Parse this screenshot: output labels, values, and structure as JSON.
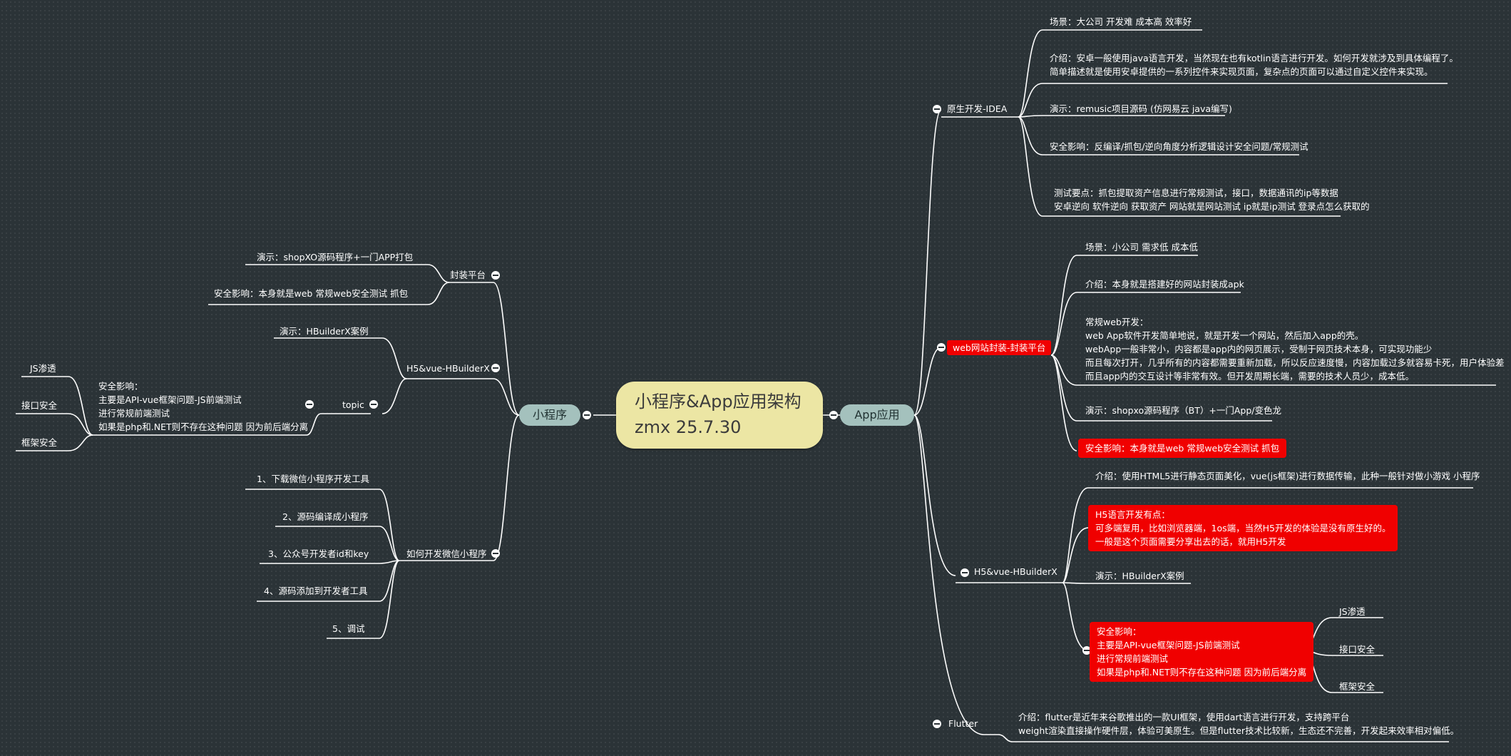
{
  "root": {
    "line1": "小程序&App应用架构",
    "line2": "zmx 25.7.30"
  },
  "right": {
    "label": "App应用",
    "native": {
      "label": "原生开发-IDEA",
      "scene": "场景：大公司 开发难 成本高 效率好",
      "intro": "介绍：安卓一般使用java语言开发，当然现在也有kotlin语言进行开发。如何开发就涉及到具体编程了。\n简单描述就是使用安卓提供的一系列控件来实现页面，复杂点的页面可以通过自定义控件来实现。",
      "demo": "演示：remusic项目源码 (仿网易云 java编写)",
      "security": "安全影响：反编译/抓包/逆向角度分析逻辑设计安全问题/常规测试",
      "testpoint": "测试要点：抓包提取资产信息进行常规测试，接口，数据通讯的ip等数据\n安卓逆向 软件逆向 获取资产 网站就是网站测试 ip就是ip测试 登录点怎么获取的"
    },
    "web": {
      "label": "web网站封装-封装平台",
      "scene": "场景：小公司 需求低 成本低",
      "intro": "介绍：本身就是搭建好的网站封装成apk",
      "normal": "常规web开发：\nweb App软件开发简单地说，就是开发一个网站，然后加入app的壳。\nwebApp一般非常小，内容都是app内的网页展示，受制于网页技术本身，可实现功能少\n而且每次打开，几乎所有的内容都需要重新加载，所以反应速度慢，内容加载过多就容易卡死，用户体验差\n而且app内的交互设计等非常有效。但开发周期长端，需要的技术人员少，成本低。",
      "demo": "演示：shopxo源码程序（BT）+一门App/变色龙",
      "security": "安全影响：本身就是web 常规web安全测试 抓包"
    },
    "h5": {
      "label": "H5&vue-HBuilderX",
      "intro": "介绍：使用HTML5进行静态页面美化，vue(js框架)进行数据传输，此种一般针对做小游戏 小程序",
      "advantage": "H5语言开发有点：\n可多端复用，比如浏览器端，1os端，当然H5开发的体验是没有原生好的。\n一般是这个页面需要分享出去的话，就用H5开发",
      "demo": "演示：HBuilderX案例",
      "security": "安全影响：\n主要是API-vue框架问题-JS前端测试\n进行常规前端测试\n如果是php和.NET则不存在这种问题 因为前后端分离",
      "items": [
        "JS渗透",
        "接口安全",
        "框架安全"
      ]
    },
    "flutter": {
      "label": "Flutter",
      "intro": "介绍：flutter是近年来谷歌推出的一款UI框架，使用dart语言进行开发，支持跨平台\nweight渲染直接操作硬件层，体验可美原生。但是flutter技术比较新，生态还不完善，开发起来效率相对偏低。"
    }
  },
  "left": {
    "label": "小程序",
    "pack": {
      "label": "封装平台",
      "demo": "演示：shopXO源码程序+一门APP打包",
      "security": "安全影响：本身就是web 常规web安全测试 抓包"
    },
    "h5": {
      "label": "H5&vue-HBuilderX",
      "demo": "演示：HBuilderX案例",
      "topic": "topic",
      "security": "安全影响：\n主要是API-vue框架问题-JS前端测试\n进行常规前端测试\n如果是php和.NET则不存在这种问题 因为前后端分离",
      "items": [
        "JS渗透",
        "接口安全",
        "框架安全"
      ]
    },
    "wechat": {
      "label": "如何开发微信小程序",
      "steps": [
        "1、下载微信小程序开发工具",
        "2、源码编译成小程序",
        "3、公众号开发者id和key",
        "4、源码添加到开发者工具",
        "5、调试"
      ]
    }
  }
}
